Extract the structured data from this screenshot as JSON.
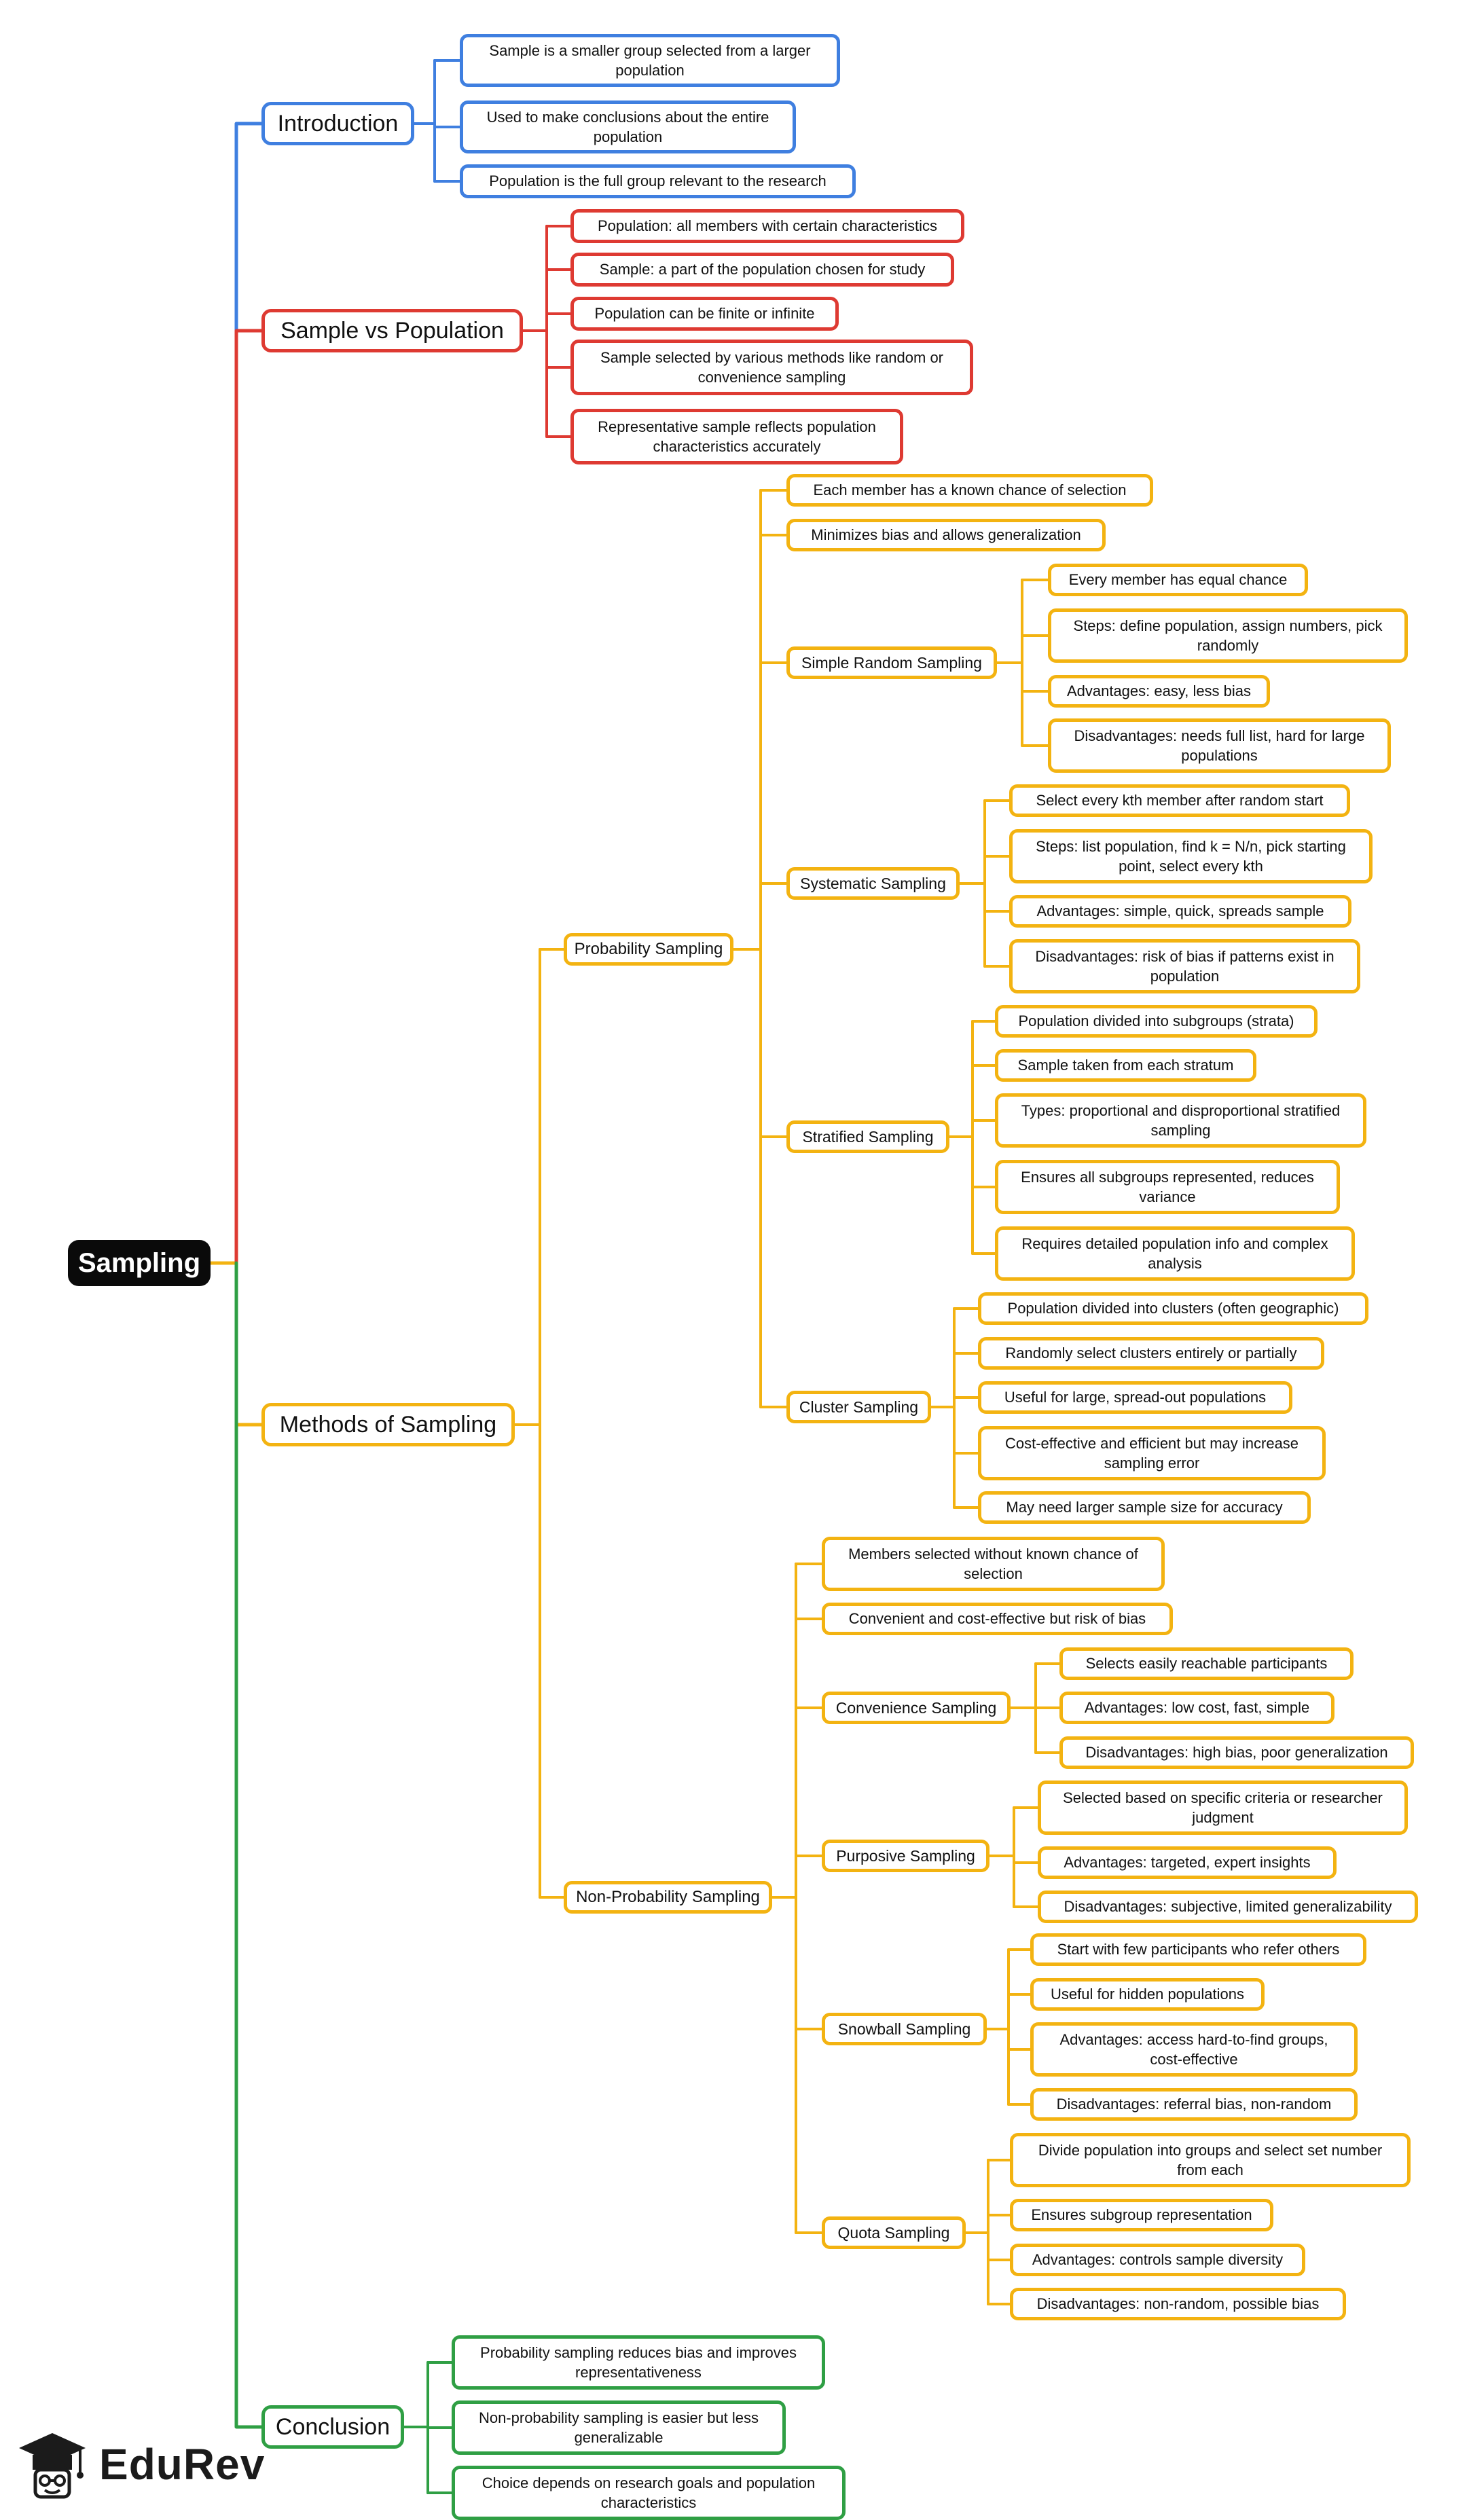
{
  "root": {
    "text": "Sampling"
  },
  "colors": {
    "introduction": "#3f7fe0",
    "sample_vs_population": "#de3a32",
    "methods": "#f3b311",
    "conclusion": "#2f9f44",
    "root_fill": "#0a0a0a"
  },
  "branches": {
    "introduction": {
      "label": "Introduction",
      "items": [
        "Sample is a smaller group selected from a larger population",
        "Used to make conclusions about the entire population",
        "Population is the full group relevant to the research"
      ]
    },
    "sample_vs_population": {
      "label": "Sample vs Population",
      "items": [
        "Population: all members with certain characteristics",
        "Sample: a part of the population chosen for study",
        "Population can be finite or infinite",
        "Sample selected by various methods like random or convenience sampling",
        "Representative sample reflects population characteristics accurately"
      ]
    },
    "methods": {
      "label": "Methods of Sampling",
      "probability": {
        "label": "Probability Sampling",
        "items": [
          "Each member has a known chance of selection",
          "Minimizes bias and allows generalization"
        ],
        "simple_random": {
          "label": "Simple Random Sampling",
          "items": [
            "Every member has equal chance",
            "Steps: define population, assign numbers, pick randomly",
            "Advantages: easy, less bias",
            "Disadvantages: needs full list, hard for large populations"
          ]
        },
        "systematic": {
          "label": "Systematic Sampling",
          "items": [
            "Select every kth member after random start",
            "Steps: list population, find k = N/n, pick starting point, select every kth",
            "Advantages: simple, quick, spreads sample",
            "Disadvantages: risk of bias if patterns exist in population"
          ]
        },
        "stratified": {
          "label": "Stratified Sampling",
          "items": [
            "Population divided into subgroups (strata)",
            "Sample taken from each stratum",
            "Types: proportional and disproportional stratified sampling",
            "Ensures all subgroups represented, reduces variance",
            "Requires detailed population info and complex analysis"
          ]
        },
        "cluster": {
          "label": "Cluster Sampling",
          "items": [
            "Population divided into clusters (often geographic)",
            "Randomly select clusters entirely or partially",
            "Useful for large, spread-out populations",
            "Cost-effective and efficient but may increase sampling error",
            "May need larger sample size for accuracy"
          ]
        }
      },
      "non_probability": {
        "label": "Non-Probability Sampling",
        "items": [
          "Members selected without known chance of selection",
          "Convenient and cost-effective but risk of bias"
        ],
        "convenience": {
          "label": "Convenience Sampling",
          "items": [
            "Selects easily reachable participants",
            "Advantages: low cost, fast, simple",
            "Disadvantages: high bias, poor generalization"
          ]
        },
        "purposive": {
          "label": "Purposive Sampling",
          "items": [
            "Selected based on specific criteria or researcher judgment",
            "Advantages: targeted, expert insights",
            "Disadvantages: subjective, limited generalizability"
          ]
        },
        "snowball": {
          "label": "Snowball Sampling",
          "items": [
            "Start with few participants who refer others",
            "Useful for hidden populations",
            "Advantages: access hard-to-find groups, cost-effective",
            "Disadvantages: referral bias, non-random"
          ]
        },
        "quota": {
          "label": "Quota Sampling",
          "items": [
            "Divide population into groups and select set number from each",
            "Ensures subgroup representation",
            "Advantages: controls sample diversity",
            "Disadvantages: non-random, possible bias"
          ]
        }
      }
    },
    "conclusion": {
      "label": "Conclusion",
      "items": [
        "Probability sampling reduces bias and improves representativeness",
        "Non-probability sampling is easier but less generalizable",
        "Choice depends on research goals and population characteristics"
      ]
    }
  },
  "logo": {
    "text": "EduRev",
    "icon": "graduation-cap-icon"
  }
}
